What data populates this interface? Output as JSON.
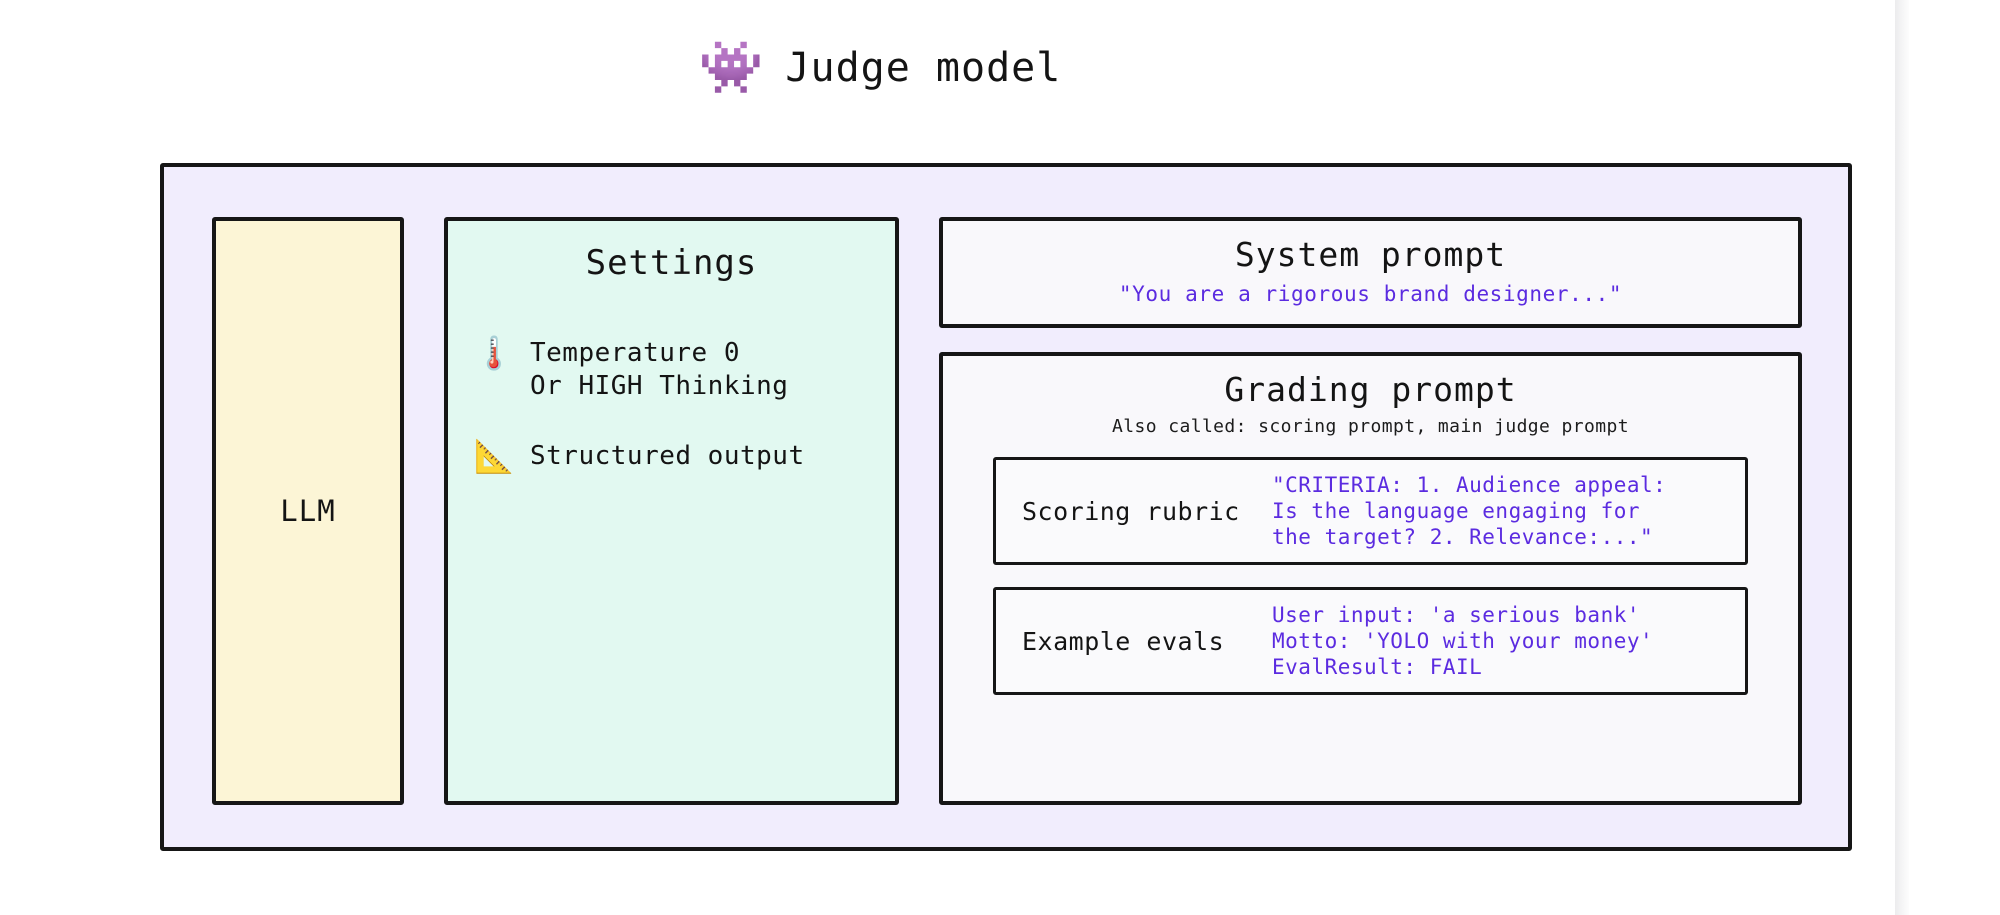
{
  "header": {
    "emoji": "👾",
    "emoji_name": "alien-monster-icon",
    "title": "Judge model"
  },
  "colors": {
    "outer_panel_bg": "#f1edfd",
    "llm_bg": "#fcf5d6",
    "settings_bg": "#e2f9f1",
    "prompt_bg": "#f9f8fb",
    "prompt_text": "#5b2be0",
    "stroke": "#161616",
    "emoji_purple": "#9b51c7"
  },
  "llm": {
    "label": "LLM"
  },
  "settings": {
    "title": "Settings",
    "items": [
      {
        "emoji": "🌡️",
        "emoji_name": "thermometer-icon",
        "line1": "Temperature 0",
        "line2": "Or HIGH Thinking"
      },
      {
        "emoji": "📐",
        "emoji_name": "triangular-ruler-icon",
        "line1": "Structured output",
        "line2": ""
      }
    ]
  },
  "system_prompt": {
    "title": "System prompt",
    "body": "\"You are a rigorous brand designer...\""
  },
  "grading_prompt": {
    "title": "Grading prompt",
    "subtitle": "Also called: scoring prompt, main judge prompt",
    "scoring_rubric": {
      "label": "Scoring rubric",
      "line1": "\"CRITERIA: 1. Audience appeal:",
      "line2": "Is the language engaging for",
      "line3": "the target? 2. Relevance:...\""
    },
    "example_evals": {
      "label": "Example evals",
      "line1": "User input: 'a serious bank'",
      "line2": "Motto: 'YOLO with your money'",
      "line3": "EvalResult: FAIL"
    }
  }
}
